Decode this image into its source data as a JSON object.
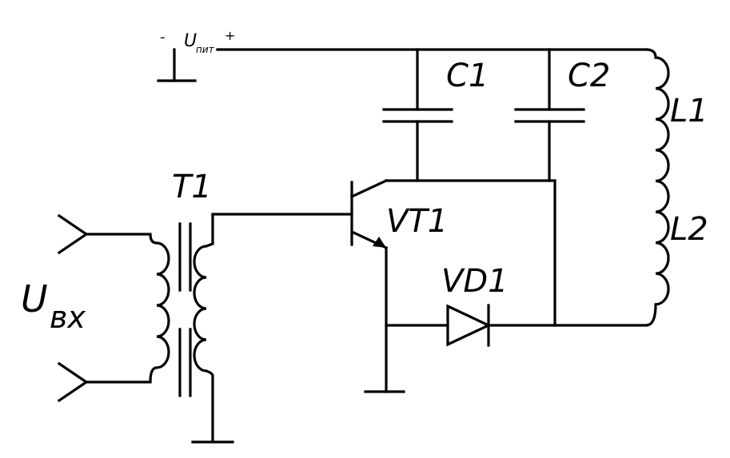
{
  "labels": {
    "supply_minus": "-",
    "supply_symbol": "U",
    "supply_subscript": "пит",
    "supply_plus": "+",
    "c1": "C1",
    "c2": "C2",
    "l1": "L1",
    "l2": "L2",
    "t1": "T1",
    "vt1": "VT1",
    "vd1": "VD1",
    "input_symbol": "U",
    "input_subscript": "вх"
  },
  "colors": {
    "line": "#000000",
    "background": "#ffffff"
  }
}
